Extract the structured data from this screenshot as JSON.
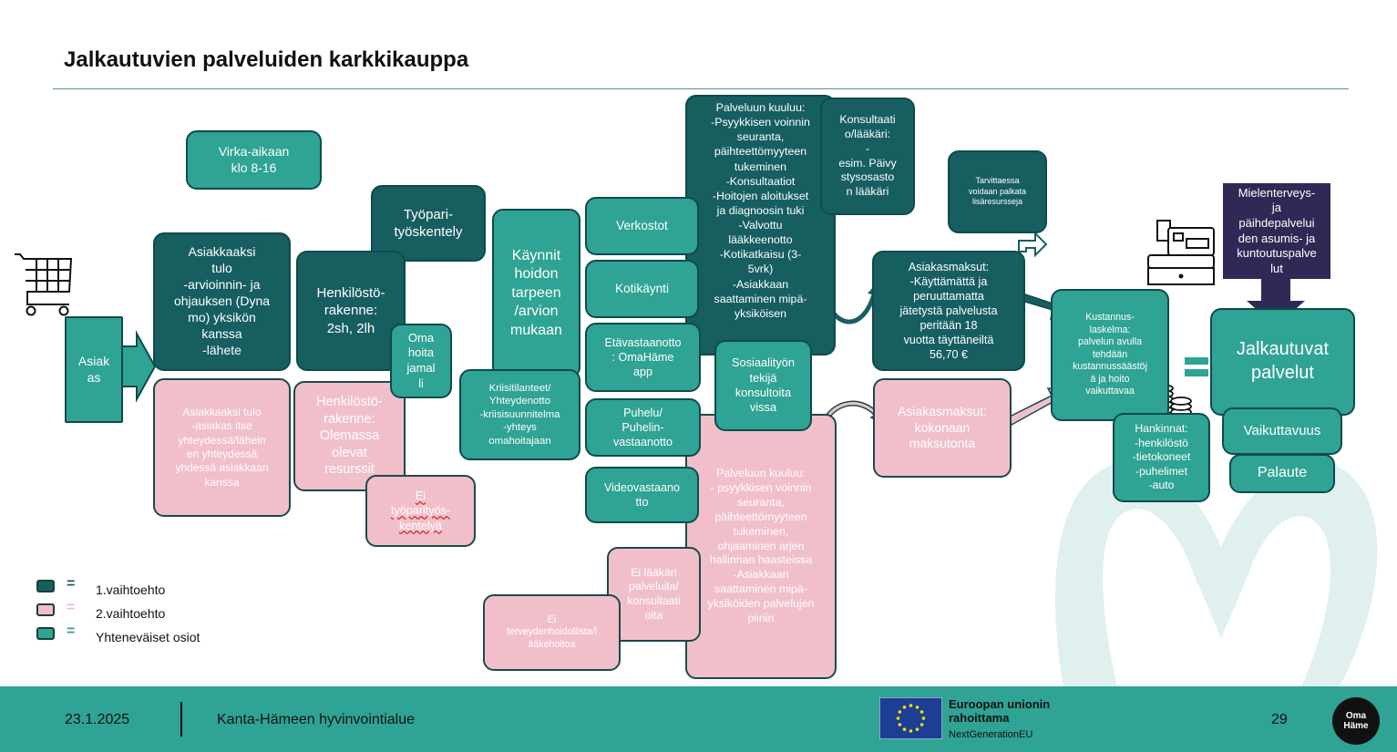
{
  "title": "Jalkautuvien palveluiden karkkikauppa",
  "colors": {
    "dark": "#175e61",
    "pink": "#f1bfca",
    "mid": "#2fa394",
    "navy": "#2e2a55",
    "footer": "#2fa394"
  },
  "boxes": {
    "virka": "Virka-aikaan\nklo 8-16",
    "tyopari": "Työpari-\ntyöskentely",
    "asiakkaaksi": "Asiakkaaksi\ntulo\n-arvioinnin- ja\nohjauksen (Dyna\nmo) yksikön\nkanssa\n-lähete",
    "henkilosto1": "Henkilöstö-\nrakenne:\n2sh, 2lh",
    "oma_hoitaja": "Oma\nhoita\njamal\nli",
    "kaynnit": "Käynnit\nhoidon\ntarpeen\n/arvion\nmukaan",
    "kriisi": "Kriisitilanteet/\nYhteydenotto\n-kriisisuunnitelma\n-yhteys\nomahoitajaan",
    "verkostot": "Verkostot",
    "kotikaynti": "Kotikäynti",
    "etavastaanotto": "Etävastaanotto\n: OmaHäme\napp",
    "puhelu": "Puhelu/\nPuhelin-\nvastaanotto",
    "videovastaanotto": "Videovastaano\ntto",
    "palveluun1": "Palveluun kuuluu:\n-Psyykkisen voinnin\nseuranta,\npäihteettömyyteen\ntukeminen\n-Konsultaatiot\n-Hoitojen aloitukset\nja diagnoosin tuki\n-Valvottu\nlääkkeenotto\n-Kotikatkaisu (3-\n5vrk)\n-Asiakkaan\nsaattaminen mipä-\nyksiköisen",
    "konsultaatio": "Konsultaati\no/lääkäri:\n-\nesim. Päivy\nstysosasto\nn lääkäri",
    "tarvittaessa": "Tarvittaessa\nvoidaan palkata\nlisäresursseja",
    "asiakasmaksut1": "Asiakasmaksut:\n-Käyttämättä ja\nperuuttamatta\njätetystä palvelusta\nperitään 18\nvuotta täyttäneiltä\n56,70 €",
    "kustannus": "Kustannus-\nlaskelma:\npalvelun avulla\ntehdään\nkustannussäästöj\nä ja hoito\nvaikuttavaa",
    "mielenterveys": "Mielenterveys-\nja\npäihdepalvelui\nden asumis- ja\nkuntoutuspalve\nlut",
    "jalkautuvat": "Jalkautuvat\npalvelut",
    "vaikuttavuus": "Vaikuttavuus",
    "palaute": "Palaute",
    "hankinnat": "Hankinnat:\n-henkilöstö\n-tietokoneet\n-puhelimet\n-auto",
    "asiakas": "Asiak\nas",
    "asiakkaaksi2": "Asiakkaaksi tulo\n-asiakas itse\nyhteydessä/lähein\nen yhteydessä\nyhdessä asiakkaan\nkanssa",
    "henkilosto2": "Henkilöstö-\nrakenne:\nOlemassa\nolevat\nresurssit",
    "ei_tyopari": "Ei\ntyöparityös-\nkentelyä",
    "sosiaalityon": "Sosiaalityön\ntekijä\nkonsultoita\nvissa",
    "asiakasmaksut2": "Asiakasmaksut:\nkokonaan\nmaksutonta",
    "palveluun2": "Palveluun kuuluu:\n- psyykkisen voinnin\nseuranta,\npäihteettömyyteen\ntukeminen,\nohjaaminen arjen\nhallinnan haasteissa\n-Asiakkaan\nsaattaminen mipä-\nyksiköiden palvelujen\npiiriin",
    "ei_laakari": "Ei lääkäri\npalveluita/\nkonsultaati\noita",
    "ei_terveyden": "Ei\nterveydenhoidollista/l\nääkehoitoa"
  },
  "legend": [
    {
      "label": "1.vaihtoehto",
      "color": "#175e61"
    },
    {
      "label": "2.vaihtoehto",
      "color": "#f1bfca"
    },
    {
      "label": "Yhteneväiset osiot",
      "color": "#2fa394"
    }
  ],
  "footer": {
    "date": "23.1.2025",
    "organization": "Kanta-Hämeen hyvinvointialue",
    "eu_line1": "Euroopan unionin",
    "eu_line2": "rahoittama",
    "eu_line3": "NextGenerationEU",
    "page": "29",
    "logo_text": "Oma\nHäme"
  }
}
